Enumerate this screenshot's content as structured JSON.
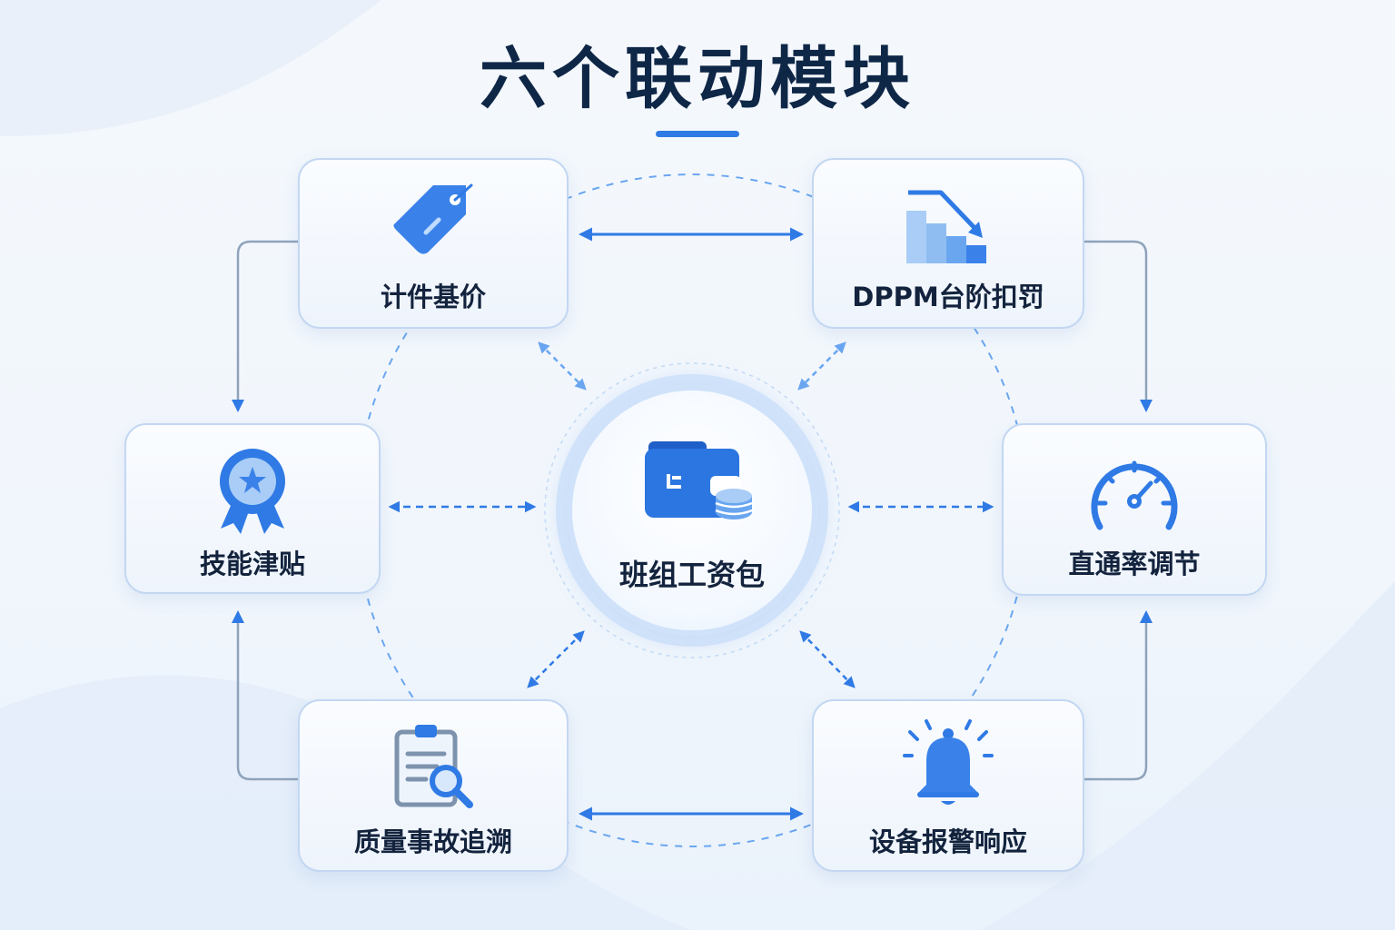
{
  "title": "六个联动模块",
  "center": {
    "label": "班组工资包",
    "icon": "wallet-coins-icon"
  },
  "modules": [
    {
      "id": "piece-rate",
      "label": "计件基价",
      "icon": "price-tag-icon"
    },
    {
      "id": "dppm",
      "label": "DPPM台阶扣罚",
      "icon": "descending-steps-chart-icon"
    },
    {
      "id": "skill",
      "label": "技能津贴",
      "icon": "award-medal-icon"
    },
    {
      "id": "yield",
      "label": "直通率调节",
      "icon": "speedometer-icon"
    },
    {
      "id": "quality",
      "label": "质量事故追溯",
      "icon": "clipboard-search-icon"
    },
    {
      "id": "alarm",
      "label": "设备报警响应",
      "icon": "alarm-bell-icon"
    }
  ],
  "colors": {
    "accent": "#2f7ae5",
    "accent_light": "#6aa6f0",
    "title_text": "#0f2747",
    "card_border": "#c3d7f2",
    "loop_line": "#8fa3bb"
  }
}
